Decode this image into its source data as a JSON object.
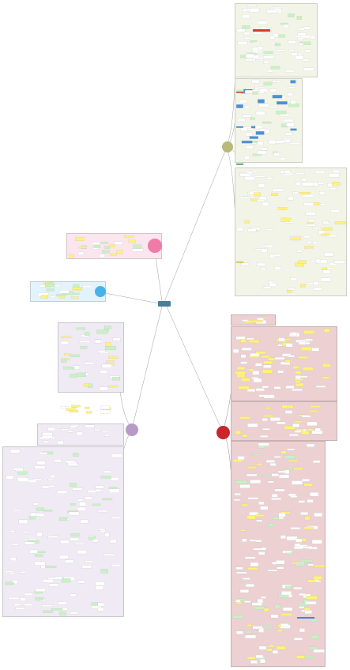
{
  "map": {
    "central_topic": "",
    "branches": [
      {
        "id": "olive",
        "label": "",
        "color": "#b9b97a"
      },
      {
        "id": "pink",
        "label": "",
        "color": "#f07aa8"
      },
      {
        "id": "blue",
        "label": "",
        "color": "#46b3e8"
      },
      {
        "id": "purple",
        "label": "",
        "color": "#b79ac7"
      },
      {
        "id": "red",
        "label": "",
        "color": "#c8262c"
      }
    ],
    "region_colors": {
      "olive": "#f3f4e8",
      "pink": "#fbe5ee",
      "blue": "#e3f3fb",
      "purple": "#efeaf3",
      "red": "#ecd0d2"
    },
    "note_colors": {
      "yellow": "#fff27a",
      "green": "#c7f2c4",
      "white": "#ffffff"
    }
  }
}
